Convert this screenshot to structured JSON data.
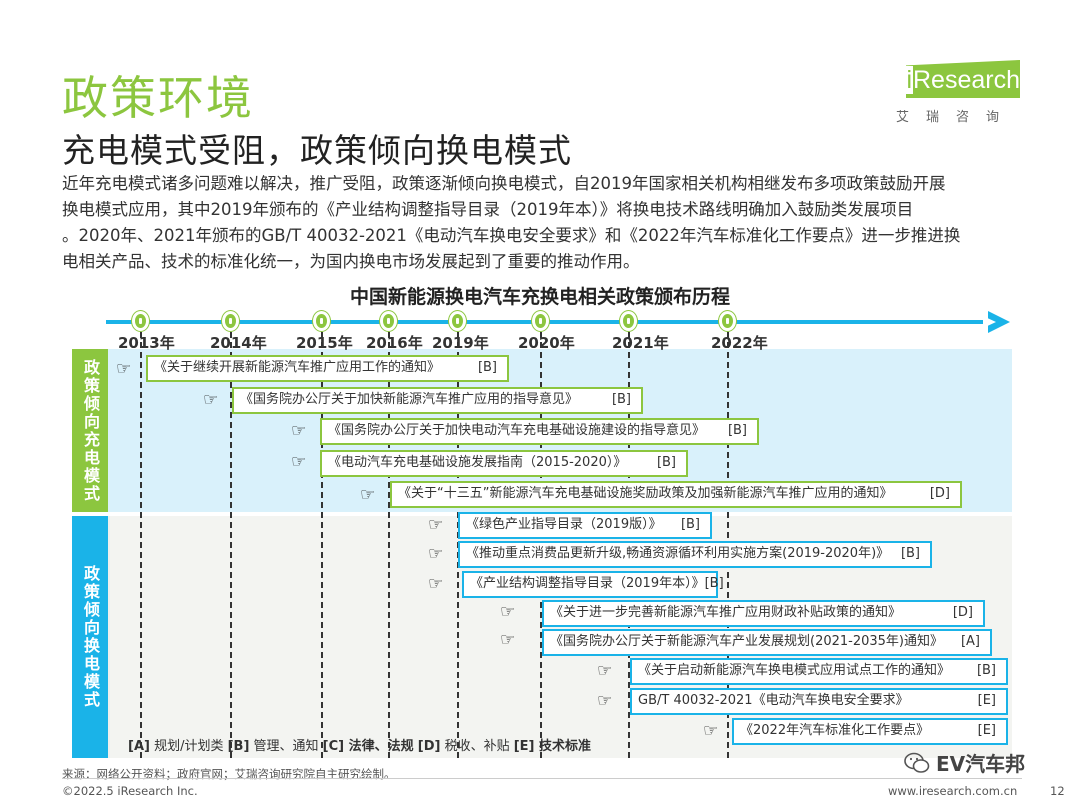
{
  "header": {
    "title": "政策环境",
    "subtitle": "充电模式受阻，政策倾向换电模式",
    "intro_lines": [
      "近年充电模式诸多问题难以解决，推广受阻，政策逐渐倾向换电模式，自2019年国家相关机构相继发布多项政策鼓励开展",
      "换电模式应用，其中2019年颁布的《产业结构调整指导目录（2019年本）》将换电技术路线明确加入鼓励类发展项目",
      "。2020年、2021年颁布的GB/T 40032-2021《电动汽车换电安全要求》和《2022年汽车标准化工作要点》进一步推进换",
      "电相关产品、技术的标准化统一，为国内换电市场发展起到了重要的推动作用。"
    ]
  },
  "logo": {
    "brand_i": "i",
    "brand_rest": "Research",
    "cn": "艾瑞咨询"
  },
  "chart_title": "中国新能源换电汽车充换电相关政策颁布历程",
  "timeline": {
    "years": [
      "2013年",
      "2014年",
      "2015年",
      "2016年",
      "2019年",
      "2020年",
      "2021年",
      "2022年"
    ]
  },
  "groups": {
    "charging": "政策倾向充电模式",
    "swapping": "政策倾向换电模式"
  },
  "policies": [
    {
      "text": "《关于继续开展新能源汽车推广应用工作的通知》",
      "tag": "[B]"
    },
    {
      "text": "《国务院办公厅关于加快新能源汽车推广应用的指导意见》",
      "tag": "[B]"
    },
    {
      "text": "《国务院办公厅关于加快电动汽车充电基础设施建设的指导意见》",
      "tag": "[B]"
    },
    {
      "text": "《电动汽车充电基础设施发展指南（2015-2020）》",
      "tag": "[B]"
    },
    {
      "text": "《关于“十三五”新能源汽车充电基础设施奖励政策及加强新能源汽车推广应用的通知》",
      "tag": "[D]"
    },
    {
      "text": "《绿色产业指导目录（2019版）》",
      "tag": "[B]"
    },
    {
      "text": "《推动重点消费品更新升级,畅通资源循环利用实施方案(2019-2020年)》",
      "tag": "[B]"
    },
    {
      "text": "《产业结构调整指导目录（2019年本）》[B]",
      "tag": ""
    },
    {
      "text": "《关于进一步完善新能源汽车推广应用财政补贴政策的通知》",
      "tag": "[D]"
    },
    {
      "text": "《国务院办公厅关于新能源汽车产业发展规划(2021-2035年)通知》",
      "tag": "[A]"
    },
    {
      "text": "《关于启动新能源汽车换电模式应用试点工作的通知》",
      "tag": "[B]"
    },
    {
      "text": "GB/T 40032-2021《电动汽车换电安全要求》",
      "tag": "[E]"
    },
    {
      "text": "《2022年汽车标准化工作要点》",
      "tag": "[E]"
    }
  ],
  "legend": {
    "a": "[A]",
    "a_label": " 规划/计划类 ",
    "b": "[B]",
    "b_label": " 管理、通知 ",
    "c": "[C] 法律、法规",
    "d": " [D]",
    "d_label": " 税收、补贴 ",
    "e": "[E] 技术标准"
  },
  "footer": {
    "source": "来源：网络公开资料；政府官网；艾瑞咨询研究院自主研究绘制。",
    "copyright": "©2022.5 iResearch Inc.",
    "site": "www.iresearch.com.cn",
    "page": "12",
    "watermark": "EV汽车邦"
  },
  "colors": {
    "green": "#8cc63f",
    "blue": "#1ab3e8"
  },
  "icons": [
    "pointing-hand-icon",
    "wechat-icon"
  ]
}
